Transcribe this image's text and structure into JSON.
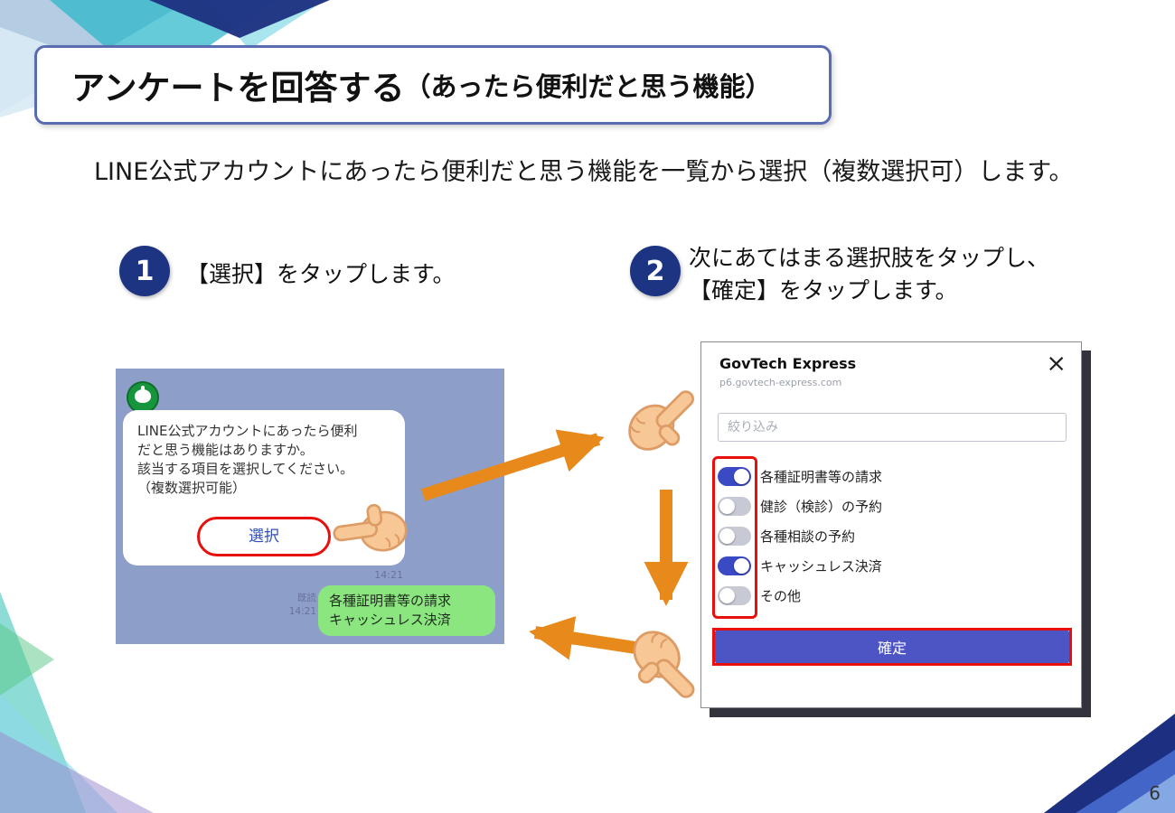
{
  "slide": {
    "title_main": "アンケートを回答する",
    "title_sub": "（あったら便利だと思う機能）",
    "subtitle": "LINE公式アカウントにあったら便利だと思う機能を一覧から選択（複数選択可）します。",
    "page_number": "6"
  },
  "steps": [
    {
      "number": "1",
      "text": "【選択】をタップします。"
    },
    {
      "number": "2",
      "lines": [
        "次にあてはまる選択肢をタップし、",
        "【確定】をタップします。"
      ]
    }
  ],
  "chat": {
    "message_lines": [
      "LINE公式アカウントにあったら便利",
      "だと思う機能はありますか。",
      "該当する項目を選択してください。",
      "（複数選択可能）"
    ],
    "select_button": "選択",
    "timestamp": "14:21",
    "read_label": "既読",
    "read_time": "14:21",
    "reply_lines": [
      "各種証明書等の請求",
      "キャッシュレス決済"
    ]
  },
  "dialog": {
    "title": "GovTech Express",
    "domain": "p6.govtech-express.com",
    "close_icon": "×",
    "filter_placeholder": "絞り込み",
    "options": [
      {
        "label": "各種証明書等の請求",
        "on": true
      },
      {
        "label": "健診（検診）の予約",
        "on": false
      },
      {
        "label": "各種相談の予約",
        "on": false
      },
      {
        "label": "キャッシュレス決済",
        "on": true
      },
      {
        "label": "その他",
        "on": false
      }
    ],
    "confirm_label": "確定"
  },
  "colors": {
    "accent_navy": "#1d3483",
    "arrow_orange": "#e8891c",
    "highlight_red": "#e8100c",
    "toggle_on": "#3a49c4",
    "confirm_indigo": "#4d55c4",
    "line_green": "#8ce67f"
  }
}
